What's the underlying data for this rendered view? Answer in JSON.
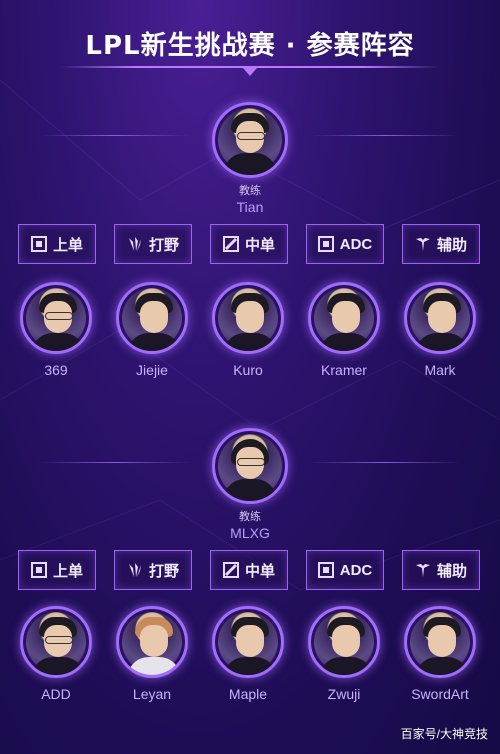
{
  "header": {
    "title": "LPL新生挑战赛 · 参赛阵容"
  },
  "team1": {
    "coach": {
      "role": "教练",
      "name": "Tian"
    },
    "roles": [
      {
        "icon": "top-lane-icon",
        "label": "上单"
      },
      {
        "icon": "jungle-icon",
        "label": "打野"
      },
      {
        "icon": "mid-lane-icon",
        "label": "中单"
      },
      {
        "icon": "adc-icon",
        "label": "ADC"
      },
      {
        "icon": "support-icon",
        "label": "辅助"
      }
    ],
    "players": [
      "369",
      "Jiejie",
      "Kuro",
      "Kramer",
      "Mark"
    ]
  },
  "team2": {
    "coach": {
      "role": "教练",
      "name": "MLXG"
    },
    "roles": [
      {
        "icon": "top-lane-icon",
        "label": "上单"
      },
      {
        "icon": "jungle-icon",
        "label": "打野"
      },
      {
        "icon": "mid-lane-icon",
        "label": "中单"
      },
      {
        "icon": "adc-icon",
        "label": "ADC"
      },
      {
        "icon": "support-icon",
        "label": "辅助"
      }
    ],
    "players": [
      "ADD",
      "Leyan",
      "Maple",
      "Zwuji",
      "SwordArt"
    ]
  },
  "watermark": "百家号/大神竞技",
  "colors": {
    "accent": "#9b62f5",
    "background": "#2e1470",
    "name_text": "#c8b2ff"
  }
}
